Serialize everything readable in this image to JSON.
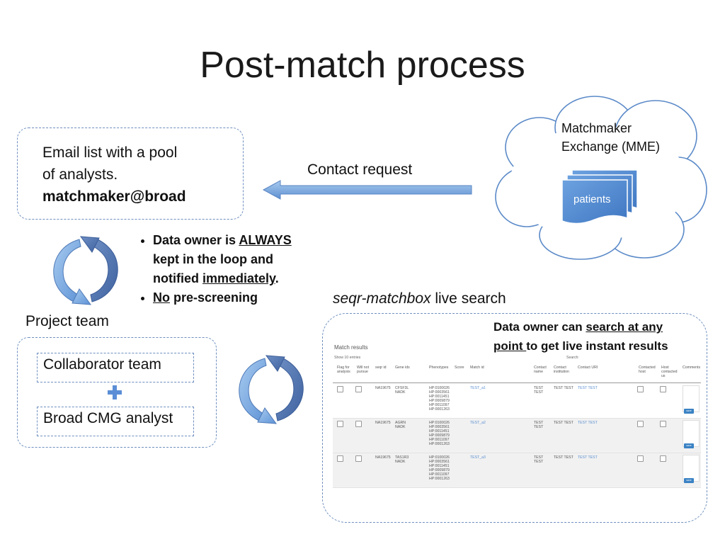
{
  "title": "Post-match process",
  "email_box": {
    "line1": "Email list with a pool",
    "line2": "of analysts.",
    "email": "matchmaker@broad"
  },
  "contact_request": "Contact request",
  "mme": {
    "line1": "Matchmaker",
    "line2": "Exchange (MME)",
    "patients": "patients"
  },
  "bullets": [
    {
      "pre": "Data owner is ",
      "u": "ALWAYS",
      "post": ""
    },
    {
      "pre": "kept in the loop and",
      "u": "",
      "post": ""
    },
    {
      "pre": "notified ",
      "u": "immediately",
      "post": "."
    },
    {
      "pre": "",
      "u": "No",
      "post": " pre-screening"
    }
  ],
  "project_team": "Project team",
  "team": {
    "collaborator": "Collaborator team",
    "broad": "Broad CMG analyst"
  },
  "seqr": {
    "italic": "seqr-matchbox",
    "rest": " live search"
  },
  "owner_note": {
    "pre": "Data owner can ",
    "u1": "search at any",
    "u2": "point ",
    "post": "to get live instant results"
  },
  "match_results": {
    "title": "Match results",
    "show": "Show  10  entries",
    "search": "Search:",
    "columns": [
      "Flag for analysis",
      "Will not pursue",
      "seqr id",
      "Gene ids",
      "Phenotypes",
      "Score",
      "Match id",
      "Contact name",
      "Contact institution",
      "Contact URI",
      "Contacted host",
      "Host contacted us",
      "Comments"
    ],
    "rows": [
      {
        "seqr_id": "NA19675",
        "genes": "CFSF3L\nNADK",
        "phenotypes": "HP:0100026\nHP:0003561\nHP:0011451\nHP:0009879\nHP:0011097\nHP:0001263",
        "match_id": "TEST_a1",
        "contact_name": "TEST\nTEST",
        "institution": "TEST TEST",
        "uri": "TEST TEST"
      },
      {
        "seqr_id": "NA19675",
        "genes": "AGRN\nNADK",
        "phenotypes": "HP:0100026\nHP:0003561\nHP:0011451\nHP:0009879\nHP:0011097\nHP:0001263",
        "match_id": "TEST_a2",
        "contact_name": "TEST\nTEST",
        "institution": "TEST TEST",
        "uri": "TEST TEST"
      },
      {
        "seqr_id": "NA19675",
        "genes": "TAS1R3\nNADK",
        "phenotypes": "HP:0100026\nHP:0003561\nHP:0011451\nHP:0009879\nHP:0011097\nHP:0001263",
        "match_id": "TEST_a3",
        "contact_name": "TEST\nTEST",
        "institution": "TEST TEST",
        "uri": "TEST TEST"
      }
    ],
    "save_label": "save"
  },
  "colors": {
    "accent_blue": "#4f81bd",
    "dashed_border": "#6f8fbf",
    "arrow_light": "#9cc3ec",
    "arrow_dark": "#4a72b0"
  }
}
